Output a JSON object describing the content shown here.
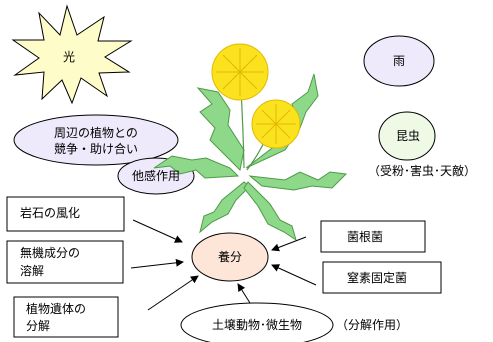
{
  "colors": {
    "sun_fill": "#fefcc8",
    "ellipse_lavender": "#eeeafc",
    "ellipse_green": "#eef9e6",
    "center_fill": "#fde6d8",
    "leaf": "#8ed88a",
    "leaf_dark": "#4e9a48",
    "flower": "#fbe21e",
    "flower_dark": "#e3b800"
  },
  "labels": {
    "sun": "光",
    "rain": "雨",
    "insects": "昆虫",
    "insects_note": "（受粉･害虫･天敵）",
    "competition_line1": "周辺の植物との",
    "competition_line2": "競争・助け合い",
    "allelopathy": "他感作用",
    "nutrients": "養分",
    "rock_weathering": "岩石の風化",
    "mineral_line1": "無機成分の",
    "mineral_line2": "溶解",
    "remains_line1": "植物遺体の",
    "remains_line2": "分解",
    "mycorrhiza": "菌根菌",
    "nitrogen_fixers": "窒素固定菌",
    "soil_organisms": "土壌動物･微生物",
    "decomposition": "（分解作用）"
  }
}
